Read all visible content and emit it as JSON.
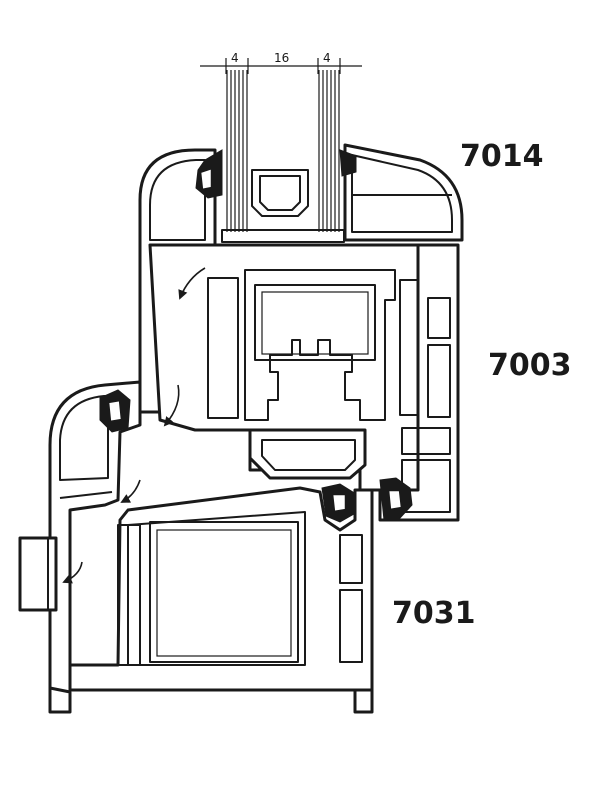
{
  "dimensions": {
    "left_pane": "4",
    "gap": "16",
    "right_pane": "4"
  },
  "profile_labels": {
    "sash_top": "7014",
    "frame": "7003",
    "sash_bottom": "7031"
  }
}
